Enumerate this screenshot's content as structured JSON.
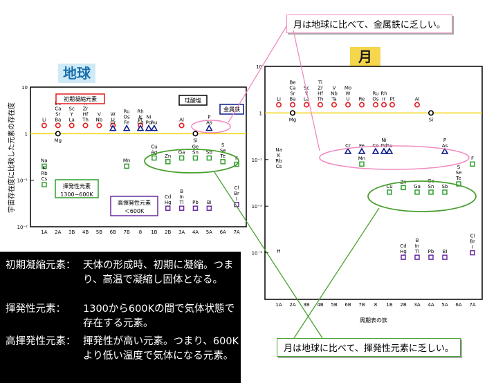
{
  "colors": {
    "refractory": "#e31a1c",
    "siderophile": "#0a1a8c",
    "volatile": "#2e9e2e",
    "highly_volatile": "#6a2c9e",
    "reference_line": "#f2d40c",
    "earth_title_bg": "#cfeaf6",
    "moon_title_bg": "#f6d64c",
    "pink": "#f08ac0",
    "green": "#4aa030"
  },
  "earth_panel": {
    "title": "地球",
    "ylabel": "宇宙存在度に比較した元素の存在度",
    "legend_refractory": "初期凝縮元素",
    "legend_silicate": "珪酸塩",
    "legend_metal": "金属鉄",
    "legend_volatile": "揮発性元素\n1300~600K",
    "legend_highly_volatile": "高揮発性元素\n＜600K"
  },
  "moon_panel": {
    "title": "月",
    "xlabel": "周期表の族"
  },
  "callouts": {
    "metal": "月は地球に比べて、金属鉄に乏しい。",
    "volatile": "月は地球に比べて、揮発性元素に乏しい。"
  },
  "definitions": [
    {
      "term": "初期凝縮元素",
      "sep": "：",
      "desc": "天体の形成時、初期に凝縮。つまり、高温で凝縮し固体となる。"
    },
    {
      "term": "揮発性元素",
      "sep": "：",
      "desc": "1300から600Kの間で気体状態で存在する元素。"
    },
    {
      "term": "高揮発性元素",
      "sep": "：",
      "desc": "揮発性が高い元素。つまり、600Kより低い温度で気体になる元素。"
    }
  ],
  "chart_data": [
    {
      "type": "scatter",
      "title": "地球",
      "ylabel": "宇宙存在度に比較した元素の存在度",
      "yscale": "log",
      "ylim": [
        0.01,
        10
      ],
      "y_ticks": [
        "10",
        "1",
        "10⁻¹",
        "10⁻²"
      ],
      "categories": [
        "1A",
        "2A",
        "3B",
        "4B",
        "5B",
        "6B",
        "7B",
        "8",
        "1B",
        "2B",
        "3A",
        "4A",
        "5A",
        "6A",
        "7A"
      ],
      "reference_line": 1,
      "series": [
        {
          "group": "refractory",
          "marker": "circle",
          "points": [
            {
              "x": "1A",
              "y": 1.5,
              "label": "Li"
            },
            {
              "x": "2A",
              "y": 1.5,
              "label": "Be\nCa\nSr\nBa"
            },
            {
              "x": "3B",
              "y": 1.5,
              "label": "Sc\nY\nLa"
            },
            {
              "x": "4B",
              "y": 1.5,
              "label": "Ti\nZr\nHf\nTh"
            },
            {
              "x": "5B",
              "y": 1.5,
              "label": "V\nNb"
            },
            {
              "x": "6B",
              "y": 1.5,
              "label": "W\nU"
            },
            {
              "x": "8",
              "y": 1.5,
              "label": "Pt"
            },
            {
              "x": "3A",
              "y": 1.5,
              "label": "Al"
            }
          ]
        },
        {
          "group": "silicate",
          "marker": "circle-black",
          "points": [
            {
              "x": "2A",
              "y": 1.0,
              "label": "Mg"
            },
            {
              "x": "4A",
              "y": 1.0,
              "label": "Si"
            }
          ]
        },
        {
          "group": "metal",
          "marker": "triangle",
          "points": [
            {
              "x": "6B",
              "y": 1.3,
              "label": "Cr"
            },
            {
              "x": "7B",
              "y": 1.3,
              "label": "Ru\nOs\nFe"
            },
            {
              "x": "8",
              "y": 1.3,
              "label": "Rh\nIr\nCo"
            },
            {
              "x": "8",
              "y": 1.3,
              "label": "Ni\nPd"
            },
            {
              "x": "1B",
              "y": 1.3,
              "label": "Au"
            },
            {
              "x": "5A",
              "y": 1.3,
              "label": "P\nAs"
            }
          ]
        },
        {
          "group": "volatile",
          "marker": "square",
          "points": [
            {
              "x": "1A",
              "y": 0.2,
              "label": "Na"
            },
            {
              "x": "1A",
              "y": 0.08,
              "label": "K\nRb\nCs"
            },
            {
              "x": "7B",
              "y": 0.2,
              "label": "Mn"
            },
            {
              "x": "1B",
              "y": 0.3,
              "label": "Cu\nAg"
            },
            {
              "x": "2B",
              "y": 0.25,
              "label": "Zn"
            },
            {
              "x": "3A",
              "y": 0.3,
              "label": "Ga"
            },
            {
              "x": "4A",
              "y": 0.3,
              "label": "Ge\nSn"
            },
            {
              "x": "5A",
              "y": 0.3,
              "label": "Sb"
            },
            {
              "x": "6A",
              "y": 0.25,
              "label": "S\nSe\nTe"
            },
            {
              "x": "7A",
              "y": 0.22,
              "label": "F"
            }
          ]
        },
        {
          "group": "highly_volatile",
          "marker": "square",
          "points": [
            {
              "x": "2B",
              "y": 0.025,
              "label": "Cd\nHg"
            },
            {
              "x": "3A",
              "y": 0.025,
              "label": "B\nIn\nTl"
            },
            {
              "x": "4A",
              "y": 0.025,
              "label": "Pb"
            },
            {
              "x": "5A",
              "y": 0.025,
              "label": "Bi"
            },
            {
              "x": "7A",
              "y": 0.03,
              "label": "Cl\nBr\nI"
            }
          ]
        }
      ]
    },
    {
      "type": "scatter",
      "title": "月",
      "xlabel": "周期表の族",
      "yscale": "log",
      "ylim": [
        0.0001,
        10
      ],
      "y_ticks": [
        "10",
        "1",
        "10⁻¹",
        "10⁻²",
        "10⁻³"
      ],
      "categories": [
        "1A",
        "2A",
        "3B",
        "4B",
        "5B",
        "6B",
        "7B",
        "8",
        "1B",
        "2B",
        "3A",
        "4A",
        "5A",
        "6A",
        "7A"
      ],
      "reference_line": 1,
      "series": [
        {
          "group": "refractory",
          "marker": "circle",
          "points": [
            {
              "x": "1A",
              "y": 1.5,
              "label": "Li"
            },
            {
              "x": "2A",
              "y": 1.5,
              "label": "Be\nCa\nSr\nBa"
            },
            {
              "x": "3B",
              "y": 1.5,
              "label": "Sc\nY\nLa"
            },
            {
              "x": "4B",
              "y": 1.5,
              "label": "Ti\nZr\nHf\nTh"
            },
            {
              "x": "5B",
              "y": 1.5,
              "label": "V\nNb\nTa"
            },
            {
              "x": "6B",
              "y": 1.5,
              "label": "Mo\nW\nU"
            },
            {
              "x": "7B",
              "y": 1.5,
              "label": "Re"
            },
            {
              "x": "8",
              "y": 1.5,
              "label": "Ru\nOs"
            },
            {
              "x": "8",
              "y": 1.5,
              "label": "Rh\nIr"
            },
            {
              "x": "8",
              "y": 1.5,
              "label": "Pt"
            },
            {
              "x": "3A",
              "y": 1.5,
              "label": "Al"
            }
          ]
        },
        {
          "group": "silicate",
          "marker": "circle-black",
          "points": [
            {
              "x": "2A",
              "y": 1.0,
              "label": "Mg"
            },
            {
              "x": "4A",
              "y": 1.0,
              "label": "Si"
            }
          ]
        },
        {
          "group": "metal",
          "marker": "triangle",
          "points": [
            {
              "x": "6B",
              "y": 0.15,
              "label": "Cr"
            },
            {
              "x": "7B",
              "y": 0.15,
              "label": "Fe"
            },
            {
              "x": "8",
              "y": 0.15,
              "label": "Co"
            },
            {
              "x": "8",
              "y": 0.15,
              "label": "Ni\nPd"
            },
            {
              "x": "1B",
              "y": 0.15,
              "label": "Au"
            },
            {
              "x": "5A",
              "y": 0.15,
              "label": "P\nAs"
            }
          ]
        },
        {
          "group": "volatile",
          "marker": "square",
          "points": [
            {
              "x": "7B",
              "y": 0.08,
              "label": "Mn"
            },
            {
              "x": "1B",
              "y": 0.02,
              "label": "Cu"
            },
            {
              "x": "2B",
              "y": 0.025,
              "label": "Zn"
            },
            {
              "x": "3A",
              "y": 0.02,
              "label": "Ga"
            },
            {
              "x": "4A",
              "y": 0.02,
              "label": "Ge\nSn"
            },
            {
              "x": "5A",
              "y": 0.02,
              "label": "Sb"
            },
            {
              "x": "6A",
              "y": 0.03,
              "label": "S\nSe\nTe"
            },
            {
              "x": "7A",
              "y": 0.08,
              "label": "F"
            }
          ]
        },
        {
          "group": "volatile",
          "marker": "text-only",
          "points": [
            {
              "x": "1A",
              "y": 0.15,
              "label": "Na\nK\nRb\nCs"
            },
            {
              "x": "1A",
              "y": 0.001,
              "label": "H"
            }
          ]
        },
        {
          "group": "highly_volatile",
          "marker": "square",
          "points": [
            {
              "x": "2B",
              "y": 0.0008,
              "label": "Cd\nHg"
            },
            {
              "x": "3A",
              "y": 0.0008,
              "label": "B\nIn\nTl"
            },
            {
              "x": "4A",
              "y": 0.0008,
              "label": "Pb"
            },
            {
              "x": "5A",
              "y": 0.0008,
              "label": "Bi"
            },
            {
              "x": "7A",
              "y": 0.001,
              "label": "Cl\nBr\nI"
            }
          ]
        }
      ]
    }
  ]
}
